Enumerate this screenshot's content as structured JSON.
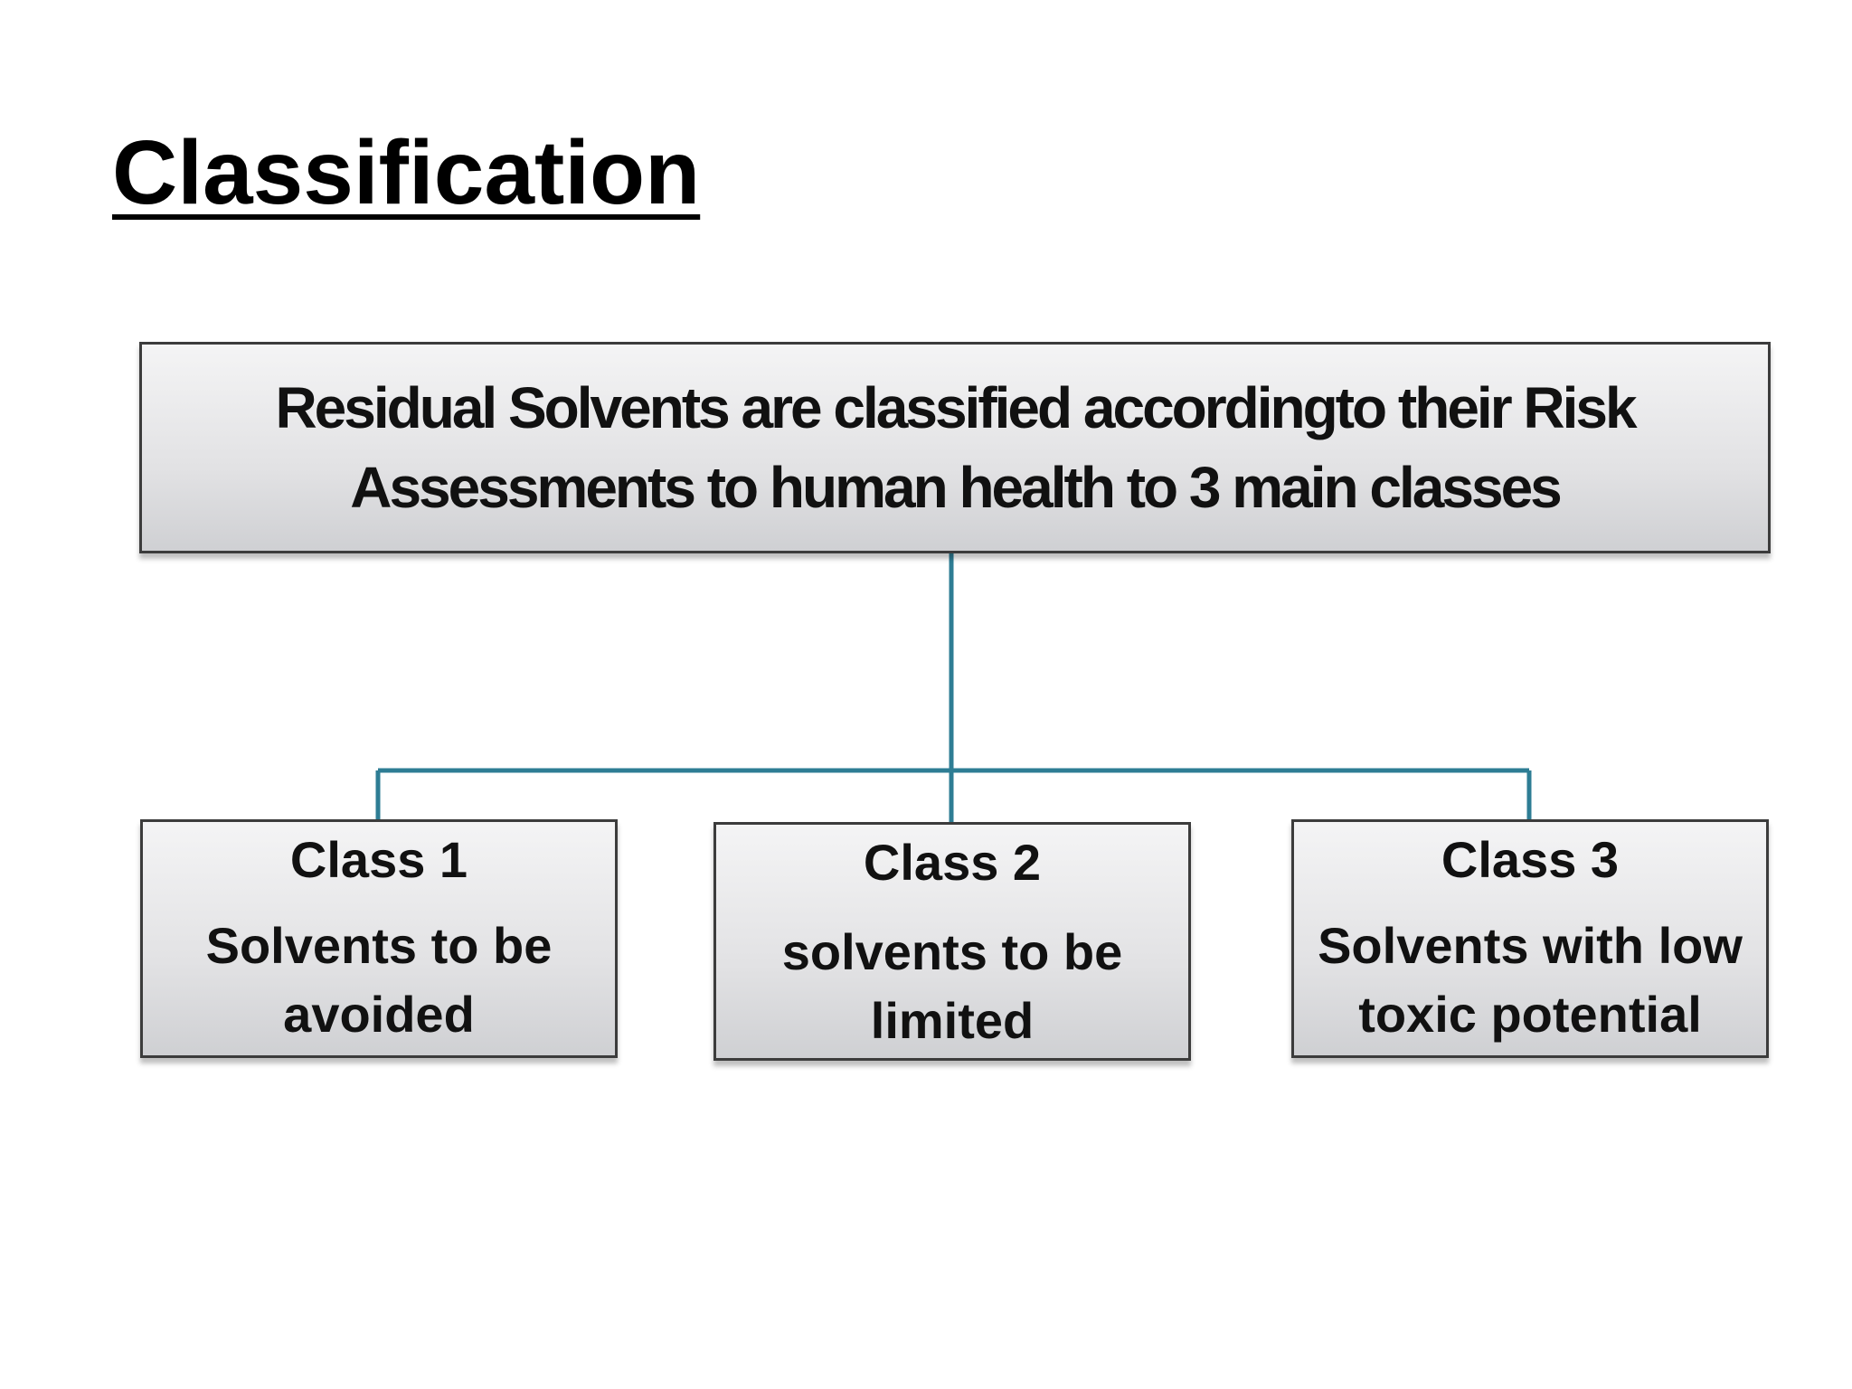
{
  "title": "Classification",
  "root": {
    "line1": "Residual Solvents are classified accordingto  their Risk",
    "line2": "Assessments to human health to  3 main classes"
  },
  "classes": [
    {
      "title": "Class 1",
      "desc_line1": "Solvents to be",
      "desc_line2": "avoided"
    },
    {
      "title": "Class 2",
      "desc_line1": "solvents to be",
      "desc_line2": "limited"
    },
    {
      "title": "Class 3",
      "desc_line1": "Solvents with low",
      "desc_line2": "toxic potential"
    }
  ],
  "colors": {
    "connector": "#2e7d94",
    "box_border": "#3c3c3c"
  }
}
